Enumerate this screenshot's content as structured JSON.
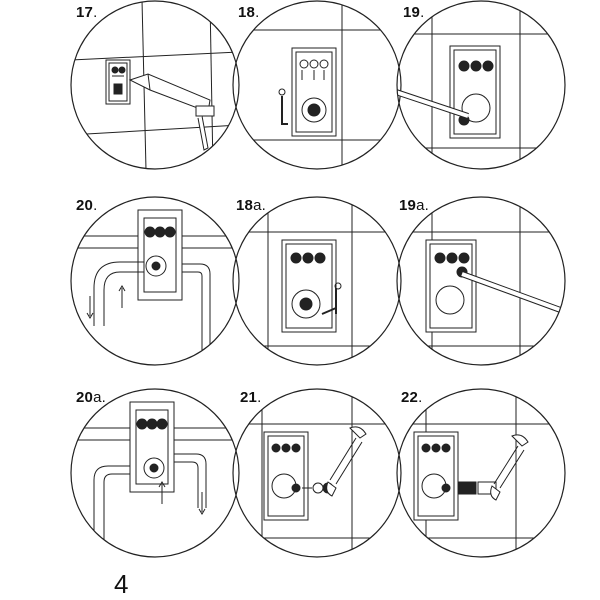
{
  "steps": [
    {
      "num": "17",
      "suffix": "",
      "dot": "."
    },
    {
      "num": "18",
      "suffix": "",
      "dot": "."
    },
    {
      "num": "19",
      "suffix": "",
      "dot": "."
    },
    {
      "num": "20",
      "suffix": "",
      "dot": "."
    },
    {
      "num": "18",
      "suffix": "a",
      "dot": "."
    },
    {
      "num": "19",
      "suffix": "a",
      "dot": "."
    },
    {
      "num": "20",
      "suffix": "a",
      "dot": "."
    },
    {
      "num": "21",
      "suffix": "",
      "dot": "."
    },
    {
      "num": "22",
      "suffix": "",
      "dot": "."
    }
  ],
  "page_number": "4",
  "colors": {
    "line": "#222222",
    "background": "#ffffff"
  }
}
